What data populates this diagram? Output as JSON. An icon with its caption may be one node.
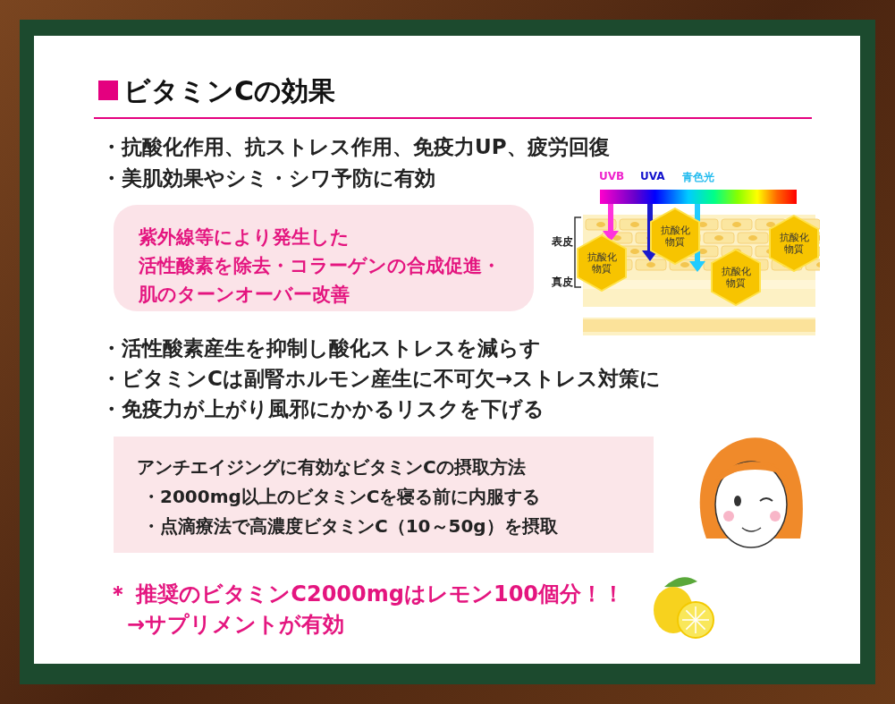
{
  "diagram": {
    "title": "ビタミンCの効果",
    "nodes": [
      {
        "text": [
          "紫外線等により発生した",
          "活性酸素を除去・コラーゲンの合成促進・",
          "肌のターンオーバー改善"
        ]
      },
      {
        "text": [
          "抗酸化物質"
        ]
      },
      {
        "text": [
          "抗酸化物質"
        ]
      },
      {
        "text": [
          "抗酸化物質"
        ]
      },
      {
        "text": [
          "抗酸化物質"
        ]
      },
      {
        "text": [
          "アンチエイジングに有効なビタミンCの摂取方法",
          "・2000mg以上のビタミンCを寝る前に内服する",
          "・点滴療法で高濃度ビタミンC（10～50g）を摂取"
        ]
      }
    ],
    "edges": [],
    "labels": [
      "・抗酸化作用、抗ストレス作用、免疫力UP、疲労回復",
      "・美肌効果やシミ・シワ予防に有効",
      "UVB",
      "UVA",
      "青色光",
      "表皮",
      "真皮",
      "・活性酸素産生を抑制し酸化ストレスを減らす",
      "・ビタミンCは副腎ホルモン産生に不可欠→ストレス対策に",
      "・免疫力が上がり風邪にかかるリスクを下げる",
      "＊ 推奨のビタミンC2000mgはレモン100個分！！",
      "→サプリメントが有効"
    ]
  }
}
